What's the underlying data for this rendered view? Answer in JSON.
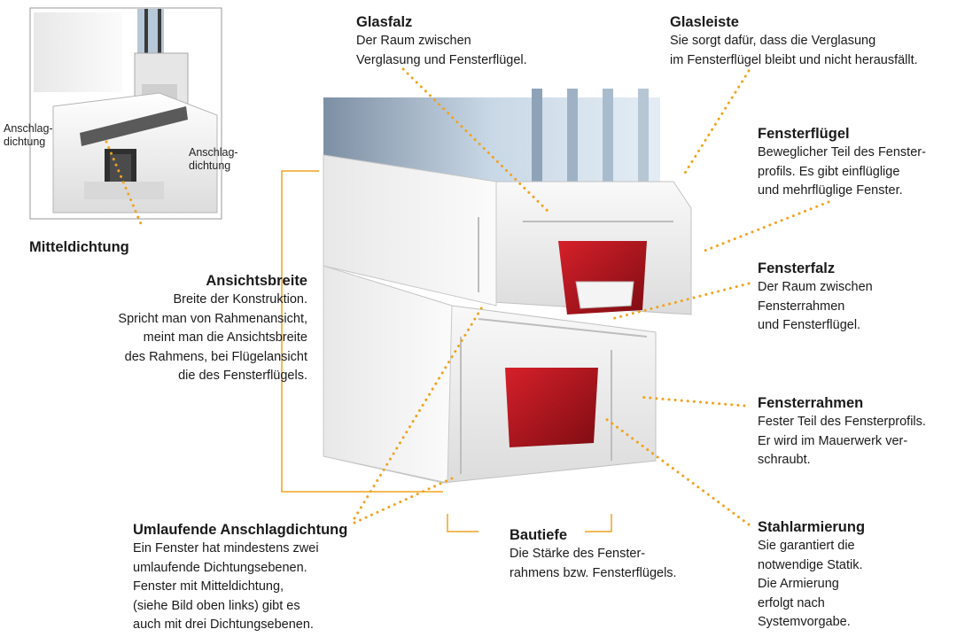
{
  "inset": {
    "left_label": "Anschlag-\ndichtung",
    "right_label": "Anschlag-\ndichtung",
    "center_label": "Mitteldichtung"
  },
  "labels": {
    "glasfalz": {
      "title": "Glasfalz",
      "desc": "Der Raum zwischen\nVerglasung und Fensterflügel."
    },
    "glasleiste": {
      "title": "Glasleiste",
      "desc": "Sie sorgt dafür, dass die Verglasung\nim Fensterflügel bleibt und nicht herausfällt."
    },
    "fensterfluegel": {
      "title": "Fensterflügel",
      "desc": "Beweglicher Teil des Fenster-\nprofils.  Es gibt einflüglige\nund mehrflüglige Fenster."
    },
    "fensterfalz": {
      "title": "Fensterfalz",
      "desc": "Der Raum zwischen\nFensterrahmen\nund Fensterflügel."
    },
    "fensterrahmen": {
      "title": "Fensterrahmen",
      "desc": "Fester Teil des Fensterprofils.\nEr wird im Mauerwerk ver-\nschraubt."
    },
    "stahlarmierung": {
      "title": "Stahlarmierung",
      "desc": "Sie garantiert die\nnotwendige Statik.\nDie Armierung\nerfolgt nach\nSystemvorgabe."
    },
    "ansichtsbreite": {
      "title": "Ansichtsbreite",
      "desc": "Breite der Konstruktion.\nSpricht man von Rahmenansicht,\nmeint man die Ansichtsbreite\ndes Rahmens, bei Flügelansicht\ndie des Fensterflügels."
    },
    "umlaufende": {
      "title": "Umlaufende Anschlagdichtung",
      "desc": "Ein Fenster hat mindestens zwei\numlaufende Dichtungsebenen.\nFenster mit Mitteldichtung,\n(siehe Bild oben links) gibt es\nauch mit drei Dichtungsebenen."
    },
    "bautiefe": {
      "title": "Bautiefe",
      "desc": "Die Stärke des Fenster-\nrahmens bzw.  Fensterflügels."
    }
  },
  "colors": {
    "leader": "#f0a320",
    "steel": "#b8141e",
    "pvc": "#f2f2f2",
    "glass": "#c9d8e6",
    "gasket": "#4a4a4a"
  }
}
